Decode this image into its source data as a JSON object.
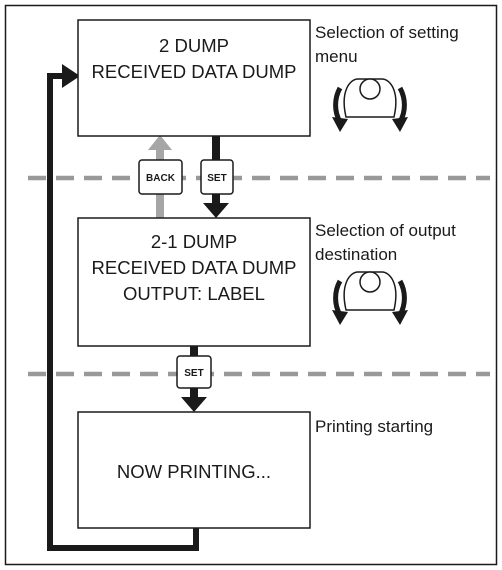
{
  "screens": [
    {
      "lines": [
        "2 DUMP",
        "RECEIVED DATA DUMP"
      ]
    },
    {
      "lines": [
        "2-1 DUMP",
        "RECEIVED DATA DUMP",
        "OUTPUT: LABEL"
      ]
    },
    {
      "lines": [
        "NOW PRINTING..."
      ]
    }
  ],
  "captions": [
    {
      "lines": [
        "Selection of setting",
        "menu"
      ]
    },
    {
      "lines": [
        "Selection of output",
        "destination"
      ]
    },
    {
      "lines": [
        "Printing starting"
      ]
    }
  ],
  "buttons": {
    "back": "BACK",
    "set_1": "SET",
    "set_2": "SET"
  },
  "icons": {
    "dial_1": "rotary-dial-icon",
    "dial_2": "rotary-dial-icon"
  },
  "colors": {
    "line": "#1a1a1a",
    "dash": "#999999",
    "back_arrow": "#a6a6a6"
  }
}
